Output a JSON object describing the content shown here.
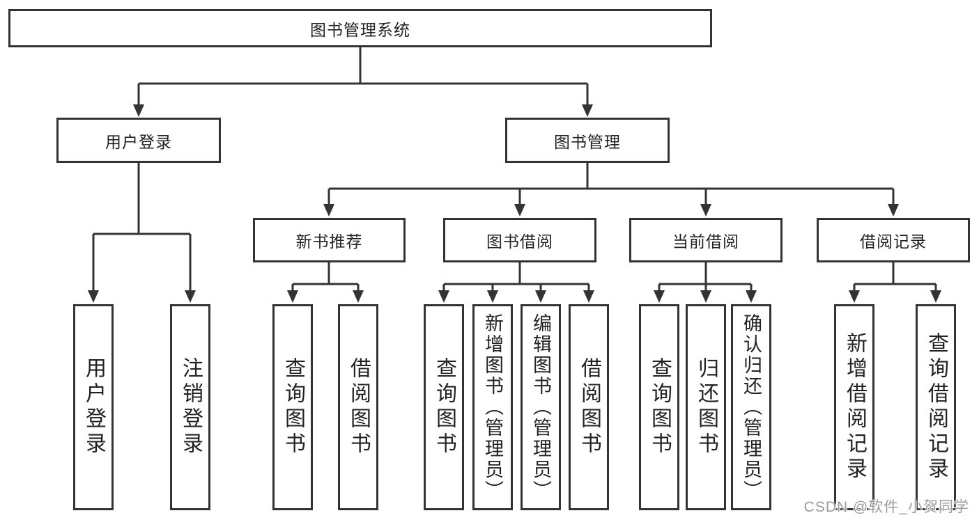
{
  "diagram": {
    "title": "图书管理系统",
    "line_color": "#333333",
    "level2": [
      {
        "label": "用户登录"
      },
      {
        "label": "图书管理"
      }
    ],
    "level3": [
      {
        "label": "新书推荐",
        "parent": "图书管理"
      },
      {
        "label": "图书借阅",
        "parent": "图书管理"
      },
      {
        "label": "当前借阅",
        "parent": "图书管理"
      },
      {
        "label": "借阅记录",
        "parent": "图书管理"
      }
    ],
    "leaves": [
      {
        "label": "用户登录",
        "parent": "用户登录"
      },
      {
        "label": "注销登录",
        "parent": "用户登录"
      },
      {
        "label": "查询图书",
        "parent": "新书推荐"
      },
      {
        "label": "借阅图书",
        "parent": "新书推荐"
      },
      {
        "label": "查询图书",
        "parent": "图书借阅"
      },
      {
        "label": "新增图书（管理员）",
        "parent": "图书借阅"
      },
      {
        "label": "编辑图书（管理员）",
        "parent": "图书借阅"
      },
      {
        "label": "借阅图书",
        "parent": "图书借阅"
      },
      {
        "label": "查询图书",
        "parent": "当前借阅"
      },
      {
        "label": "归还图书",
        "parent": "当前借阅"
      },
      {
        "label": "确认归还（管理员）",
        "parent": "当前借阅"
      },
      {
        "label": "新增借阅记录",
        "parent": "借阅记录"
      },
      {
        "label": "查询借阅记录",
        "parent": "借阅记录"
      }
    ]
  },
  "watermark": {
    "text": "CSDN @软件_小贺同学",
    "color": "#9c9c9c"
  }
}
